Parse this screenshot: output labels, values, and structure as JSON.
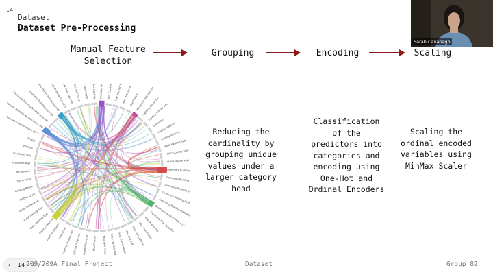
{
  "slide_number": "14",
  "section_label": "Dataset",
  "title": "Dataset Pre-Processing",
  "steps": [
    {
      "label": "Manual Feature\nSelection"
    },
    {
      "label": "Grouping",
      "description": "Reducing the\ncardinality by\ngrouping unique\nvalues under a\nlarger category\nhead"
    },
    {
      "label": "Encoding",
      "description": "Classification\nof the\npredictors into\ncategories and\nencoding using\nOne-Hot and\nOrdinal Encoders"
    },
    {
      "label": "Scaling",
      "description": "Scaling the\nordinal encoded\nvariables using\nMinMax Scaler"
    }
  ],
  "colors": {
    "arrow": "#8b1a1a",
    "footer": "#777777"
  },
  "chord_diagram": {
    "labels": [
      "Geometry Building Type RECS",
      "Geometry Building Number Units SFA",
      "Geometry Building Number Units MF",
      "Geometry Building Level MF",
      "Geometry Building Horizontal Location MF",
      "Geometry Building Type ACS",
      "Geometry Floor Area Bin",
      "Misc Pool Pump",
      "Misc Pool Heater",
      "Misc Gas Lighting",
      "Misc Gas Grill",
      "Misc Gas Fireplace",
      "Misc Hot Tub Spa",
      "Misc Well Pump",
      "Misc Freezer",
      "Misc Extra Refrigerator",
      "Lighting Other Use",
      "Lighting Interior Use",
      "Infiltration",
      "Heating Setpoint",
      "Cooling Setpoint",
      "HVAC Heating Type",
      "HVAC Cooling Type",
      "Water Heater Fuel",
      "Clothes Dryer",
      "Cooking Range",
      "Dishwasher",
      "Refrigerator",
      "Insulation Wall",
      "Insulation Slab",
      "Windows",
      "Vintage"
    ]
  },
  "footer": {
    "left": "209/209A Final Project",
    "center": "Dataset",
    "right": "Group 82"
  },
  "nav": {
    "prev_icon": "chevron-left-icon",
    "page": "14",
    "next_icon": "chevron-right-icon"
  },
  "video": {
    "participant_name": "Sarah Cavanagh"
  }
}
